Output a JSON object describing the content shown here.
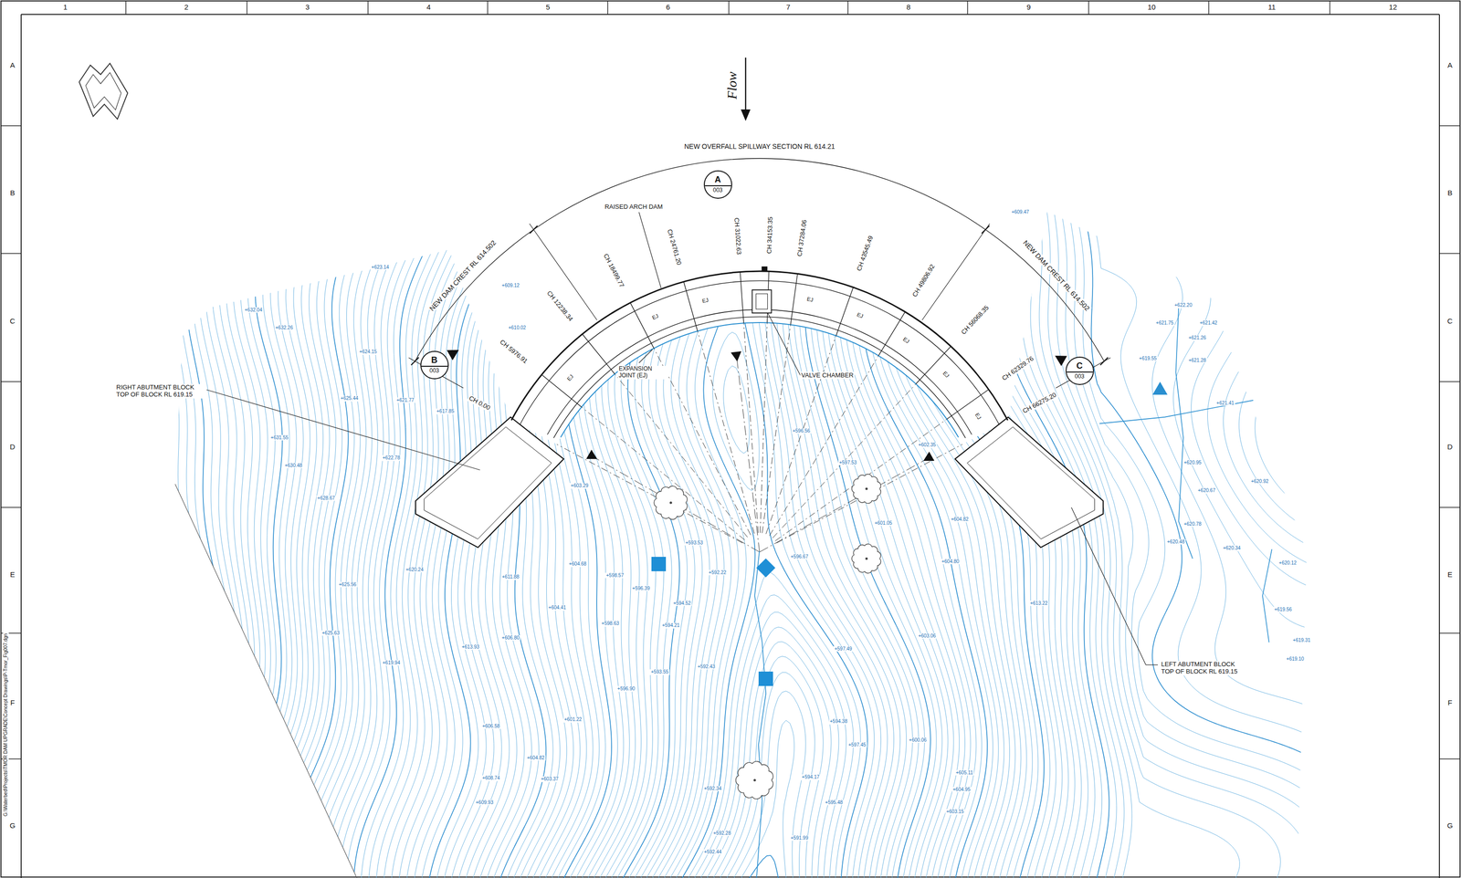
{
  "diagram": {
    "nodes": [
      {
        "text": [
          "A",
          "003"
        ]
      },
      {
        "text": [
          "B",
          "003"
        ]
      },
      {
        "text": [
          "C",
          "003"
        ]
      }
    ],
    "labels": [
      "1",
      "2",
      "3",
      "4",
      "5",
      "6",
      "7",
      "8",
      "9",
      "10",
      "11",
      "12",
      "A",
      "B",
      "C",
      "D",
      "E",
      "F",
      "G",
      "A",
      "B",
      "C",
      "D",
      "E",
      "F",
      "G",
      "G:\\Waterbed\\Projects\\TMOR DAM UPGRADE\\Concept Drawings\\P-Tmor_Fig007.dgn",
      "Flow",
      "NEW OVERFALL SPILLWAY SECTION RL 614.21",
      "NEW DAM CREST RL 614.502",
      "NEW DAM CREST RL 614.502",
      "RAISED ARCH DAM",
      "CH 0.00",
      "CH 5976.91",
      "CH 12238.34",
      "CH 18499.77",
      "CH 24761.20",
      "CH 31022.63",
      "CH 34153.35",
      "CH 37284.06",
      "CH 43545.49",
      "CH 49806.92",
      "CH 56068.35",
      "CH 62329.76",
      "CH 66275.20",
      "EXPANSION JOINT (EJ)",
      "VALVE CHAMBER",
      "RIGHT ABUTMENT BLOCK TOP OF BLOCK RL 619.15",
      "LEFT ABUTMENT BLOCK TOP OF BLOCK RL 619.15",
      "EJ",
      "EJ",
      "EJ",
      "EJ",
      "EJ",
      "EJ",
      "EJ",
      "EJ",
      "+632.04",
      "+623.14",
      "+632.26",
      "+624.15",
      "+625.44",
      "+621.77",
      "+617.85",
      "+631.55",
      "+622.78",
      "+630.48",
      "+628.67",
      "+620.24",
      "+625.56",
      "+625.63",
      "+619.94",
      "+613.93",
      "+606.80",
      "+611.88",
      "+604.41",
      "+604.68",
      "+598.57",
      "+596.39",
      "+593.53",
      "+592.22",
      "+596.67",
      "+594.52",
      "+598.63",
      "+594.21",
      "+592.43",
      "+593.55",
      "+596.90",
      "+601.22",
      "+606.58",
      "+604.82",
      "+603.37",
      "+608.74",
      "+609.93",
      "+592.34",
      "+592.28",
      "+592.44",
      "+591.99",
      "+595.48",
      "+594.17",
      "+605.11",
      "+604.95",
      "+603.15",
      "+597.45",
      "+600.06",
      "+594.38",
      "+597.49",
      "+603.06",
      "+613.22",
      "+604.80",
      "+604.82",
      "+602.35",
      "+601.05",
      "+596.56",
      "+597.53",
      "+609.47",
      "+622.20",
      "+621.75",
      "+621.42",
      "+621.26",
      "+619.55",
      "+621.28",
      "+621.41",
      "+620.95",
      "+620.67",
      "+620.92",
      "+620.78",
      "+620.48",
      "+620.34",
      "+620.12",
      "+619.56",
      "+619.31",
      "+619.10",
      "+610.02",
      "+603.29",
      "+609.12"
    ]
  }
}
